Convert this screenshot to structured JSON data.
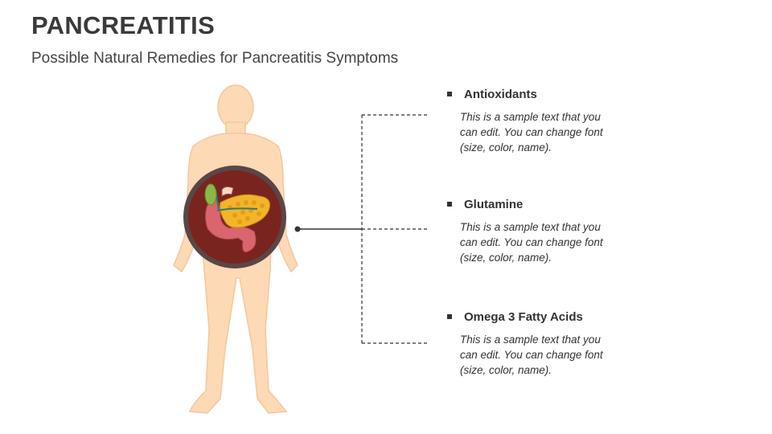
{
  "header": {
    "title": "PANCREATITIS",
    "subtitle": "Possible Natural Remedies for Pancreatitis Symptoms"
  },
  "items": [
    {
      "label": "Antioxidants",
      "text": "This is a sample text that you can edit. You can change font (size, color, name)."
    },
    {
      "label": "Glutamine",
      "text": "This is a sample text that you can edit. You can change font (size, color, name)."
    },
    {
      "label": "Omega 3 Fatty Acids",
      "text": "This is a sample text that you can edit. You can change font (size, color, name)."
    }
  ],
  "colors": {
    "skin": "#fdd9b5",
    "skin_outline": "#f5c79d",
    "circle_fill": "#7a2420",
    "circle_ring": "#5a4646",
    "pancreas": "#f2b52a",
    "duodenum": "#d9666e",
    "gallbladder": "#8cb84a",
    "connector": "#333333"
  }
}
